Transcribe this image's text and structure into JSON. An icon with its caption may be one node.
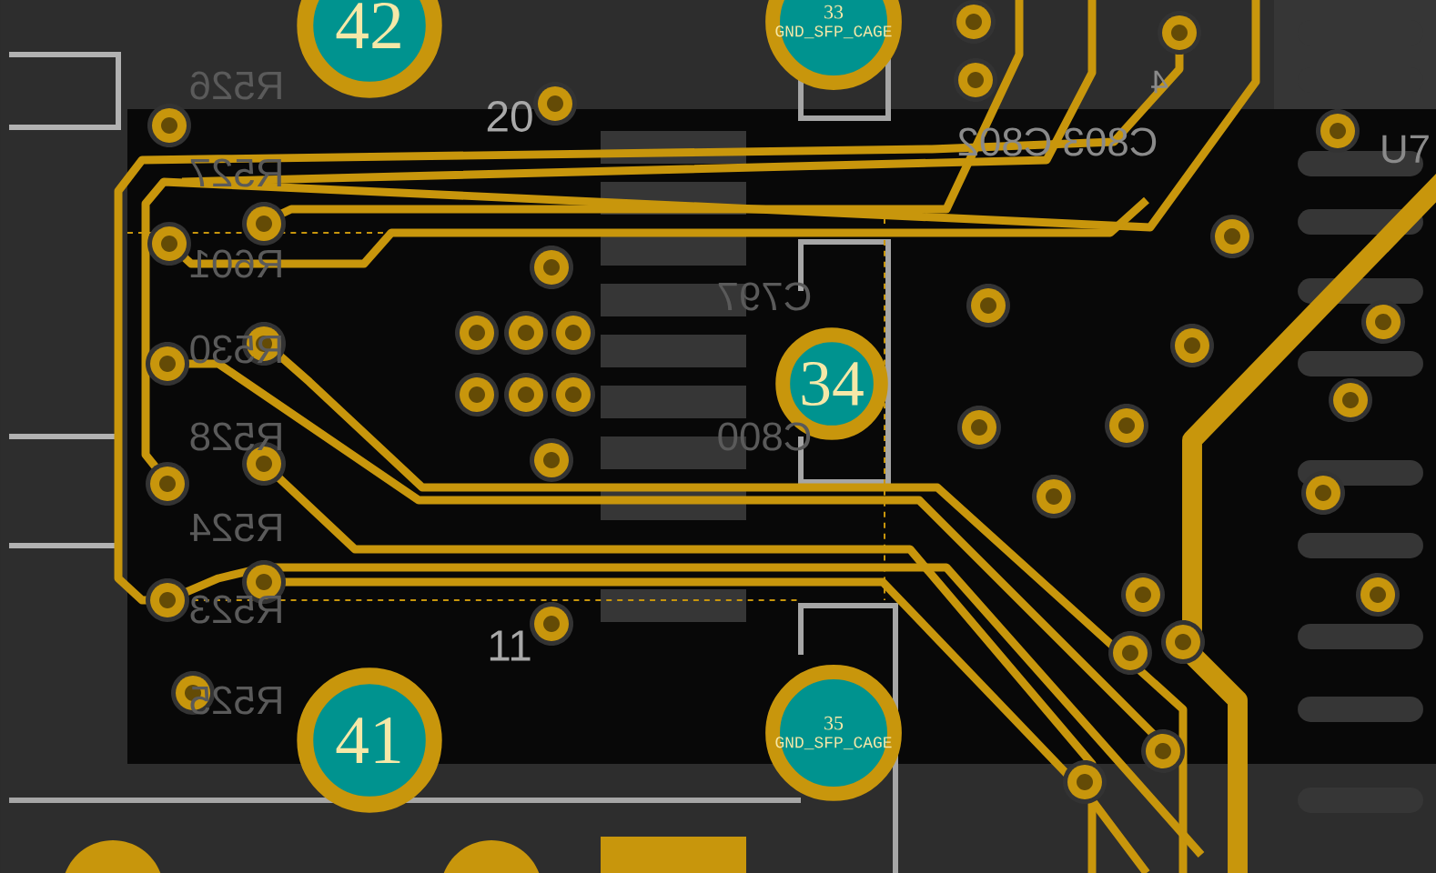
{
  "diagram": {
    "nodes": [
      {
        "text": [
          "42"
        ]
      },
      {
        "text": [
          "33",
          "GND_SFP_CAGE"
        ]
      },
      {
        "text": [
          "34"
        ]
      },
      {
        "text": [
          "41"
        ]
      },
      {
        "text": [
          "35",
          "GND_SFP_CAGE"
        ]
      }
    ],
    "labels": [
      "R526",
      "20",
      "C802",
      "C803",
      "4",
      "U7",
      "R527",
      "R601",
      "C797",
      "R530",
      "C800",
      "R528",
      "R524",
      "R523",
      "11",
      "R525"
    ]
  }
}
